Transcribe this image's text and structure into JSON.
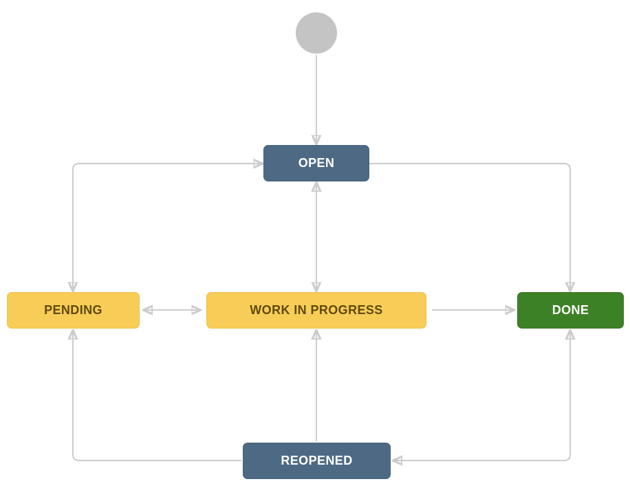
{
  "diagram": {
    "type": "workflow",
    "start_node": {
      "shape": "circle",
      "color": "#c4c4c4"
    },
    "nodes": [
      {
        "id": "open",
        "label": "OPEN",
        "fill": "#4e6984",
        "text_color": "#ffffff"
      },
      {
        "id": "pending",
        "label": "PENDING",
        "fill": "#f8cd57",
        "text_color": "#5e4a0e"
      },
      {
        "id": "work-in-progress",
        "label": "WORK IN PROGRESS",
        "fill": "#f8cd57",
        "text_color": "#5e4a0e"
      },
      {
        "id": "done",
        "label": "DONE",
        "fill": "#3d8126",
        "text_color": "#ffffff"
      },
      {
        "id": "reopened",
        "label": "REOPENED",
        "fill": "#4e6984",
        "text_color": "#ffffff"
      }
    ],
    "transitions": [
      {
        "from": "start",
        "to": "open",
        "bidirectional": false
      },
      {
        "from": "open",
        "to": "pending",
        "bidirectional": true
      },
      {
        "from": "open",
        "to": "work-in-progress",
        "bidirectional": true
      },
      {
        "from": "open",
        "to": "done",
        "bidirectional": false
      },
      {
        "from": "pending",
        "to": "work-in-progress",
        "bidirectional": true
      },
      {
        "from": "work-in-progress",
        "to": "done",
        "bidirectional": false
      },
      {
        "from": "reopened",
        "to": "work-in-progress",
        "bidirectional": false
      },
      {
        "from": "reopened",
        "to": "pending",
        "bidirectional": false
      },
      {
        "from": "done",
        "to": "reopened",
        "bidirectional": true
      }
    ]
  },
  "colors": {
    "node-blue": "#4e6984",
    "node-blue-border": "#43607c",
    "node-yellow": "#f8cd57",
    "node-yellow-border": "#efc04a",
    "node-yellow-text": "#5e4a0e",
    "node-green": "#3d8126",
    "node-green-border": "#357320",
    "node-text-light": "#ffffff",
    "connector": "#cccccc",
    "arrowhead": "#c3c3c3",
    "start-circle": "#c4c4c4",
    "background": "#ffffff"
  }
}
